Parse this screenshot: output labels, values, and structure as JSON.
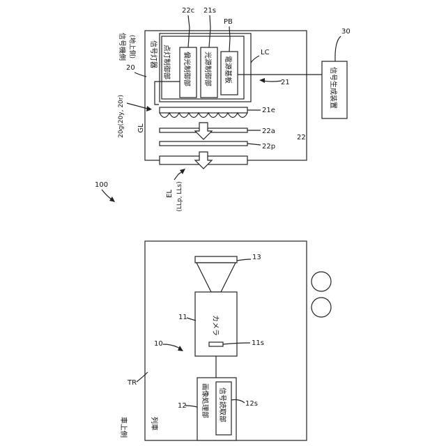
{
  "labels": {
    "ref_100": "100",
    "ref_20": "20",
    "ref_20g": "20g(20y, 20r)",
    "ref_gl": "GL",
    "ref_el": "EL",
    "ref_el_sub": "(LLp, LLs)",
    "ref_22c": "22c",
    "ref_21s": "21s",
    "ref_pb": "PB",
    "ref_lc": "LC",
    "ref_21": "21",
    "ref_21e": "21e",
    "ref_22a": "22a",
    "ref_22p": "22p",
    "ref_22": "22",
    "ref_30": "30",
    "ref_10": "10",
    "ref_11": "11",
    "ref_11s": "11s",
    "ref_12": "12",
    "ref_12s": "12s",
    "ref_13": "13",
    "ref_tr": "TR"
  },
  "text": {
    "signal_side": "信号機側",
    "ground_side": "(地上側)",
    "signal_light": "信号灯器",
    "lighting_control": "点灯制御部",
    "polarized_control": "偏光制御部",
    "light_source_control": "光源制御部",
    "power_board": "電源基板",
    "signal_generator": "信号生成装置",
    "vehicle_side": "車上側",
    "train": "列車",
    "camera": "カメラ",
    "image_processing": "画像処理部",
    "signal_reading": "信号読取部"
  }
}
